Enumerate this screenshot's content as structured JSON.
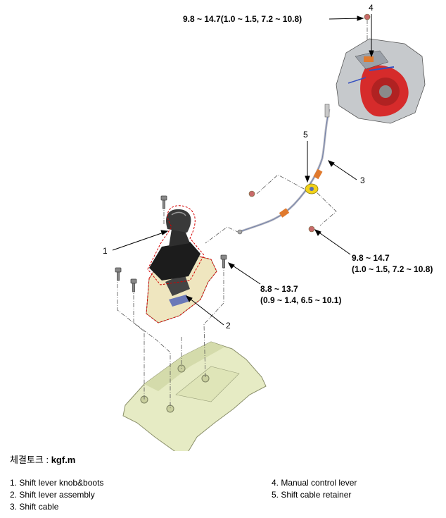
{
  "callouts": {
    "c1": "1",
    "c2": "2",
    "c3": "3",
    "c4": "4",
    "c5": "5"
  },
  "torques": {
    "top": "9.8 ~ 14.7(1.0 ~ 1.5, 7.2 ~ 10.8)",
    "right_line1": "9.8 ~ 14.7",
    "right_line2": "(1.0 ~ 1.5, 7.2 ~ 10.8)",
    "mid_line1": "8.8 ~ 13.7",
    "mid_line2": "(0.9 ~ 1.4, 6.5 ~ 10.1)"
  },
  "unit": {
    "label": "체결토크 : ",
    "value": "kgf.m"
  },
  "legend": [
    "1. Shift lever knob&boots",
    "2. Shift lever assembly",
    "3. Shift cable",
    "4. Manual control lever",
    "5. Shift cable retainer"
  ],
  "colors": {
    "floor_panel": "#e6ebc4",
    "bracket": "#efe6bf",
    "cable_sheath": "#e07a2e",
    "retainer": "#f2d21a",
    "transaxle_red": "#d62b2b",
    "outline_dash": "#d40000"
  }
}
